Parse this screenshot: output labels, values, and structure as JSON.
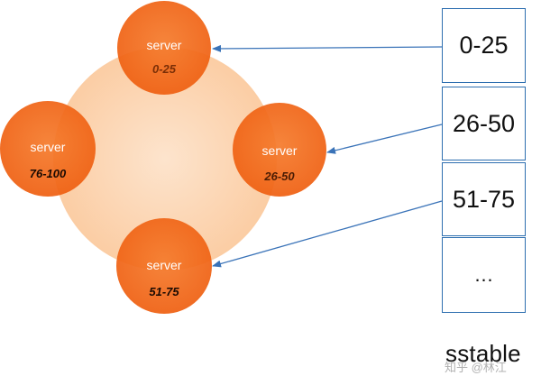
{
  "servers": [
    {
      "label": "server",
      "range": "0-25"
    },
    {
      "label": "server",
      "range": "26-50"
    },
    {
      "label": "server",
      "range": "51-75"
    },
    {
      "label": "server",
      "range": "76-100"
    }
  ],
  "sstable": {
    "ranges": [
      "0-25",
      "26-50",
      "51-75",
      "…"
    ],
    "caption": "sstable"
  },
  "watermark": "知乎 @林江",
  "colors": {
    "server_fill": "#f26a1b",
    "ring_fill": "#fbd5b3",
    "box_border": "#2e6fb0",
    "arrow": "#3a73b8"
  }
}
